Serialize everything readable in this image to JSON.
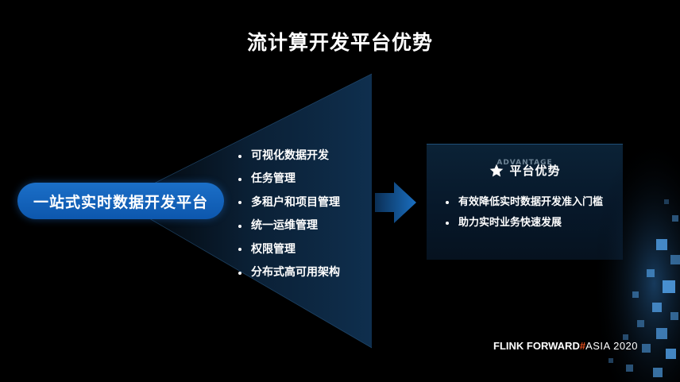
{
  "slide": {
    "title": "流计算开发平台优势",
    "platform_label": "一站式实时数据开发平台",
    "features": [
      "可视化数据开发",
      "任务管理",
      "多租户和项目管理",
      "统一运维管理",
      "权限管理",
      "分布式高可用架构"
    ],
    "advantage": {
      "watermark": "ADVANTAGE",
      "title": "平台优势",
      "icon": "star-icon",
      "items": [
        "有效降低实时数据开发准入门槛",
        "助力实时业务快速发展"
      ]
    },
    "footer": {
      "part1": "FLINK",
      "part2": "FORWARD",
      "hash": "#",
      "part3": "ASIA 2020"
    }
  },
  "colors": {
    "background": "#000000",
    "pill": "#1565c0",
    "accent_orange": "#e6501e",
    "box": "#0a1f33"
  }
}
